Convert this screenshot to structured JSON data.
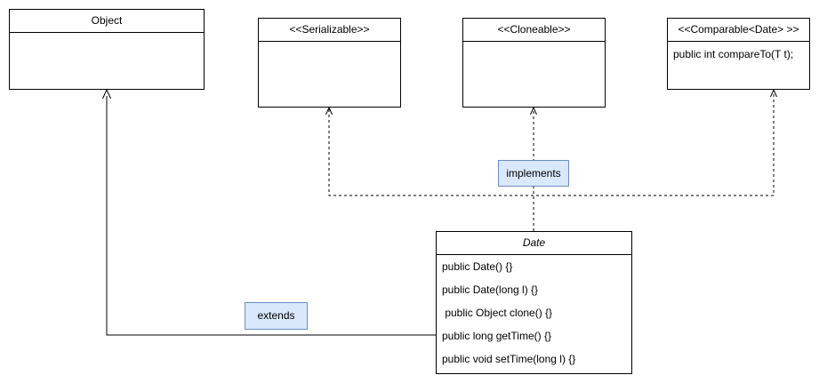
{
  "classes": {
    "object": {
      "name": "Object"
    },
    "serializable": {
      "name": "<<Serializable>>"
    },
    "cloneable": {
      "name": "<<Cloneable>>"
    },
    "comparable": {
      "name": "<<Comparable<Date> >>",
      "members": [
        "public int compareTo(T t);"
      ]
    },
    "date": {
      "name": "Date",
      "members": [
        "public Date() {}",
        "public Date(long l) {}",
        " public Object clone() {}",
        "public long getTime() {}",
        "public void setTime(long l) {}"
      ]
    }
  },
  "labels": {
    "implements": "implements",
    "extends": "extends"
  }
}
